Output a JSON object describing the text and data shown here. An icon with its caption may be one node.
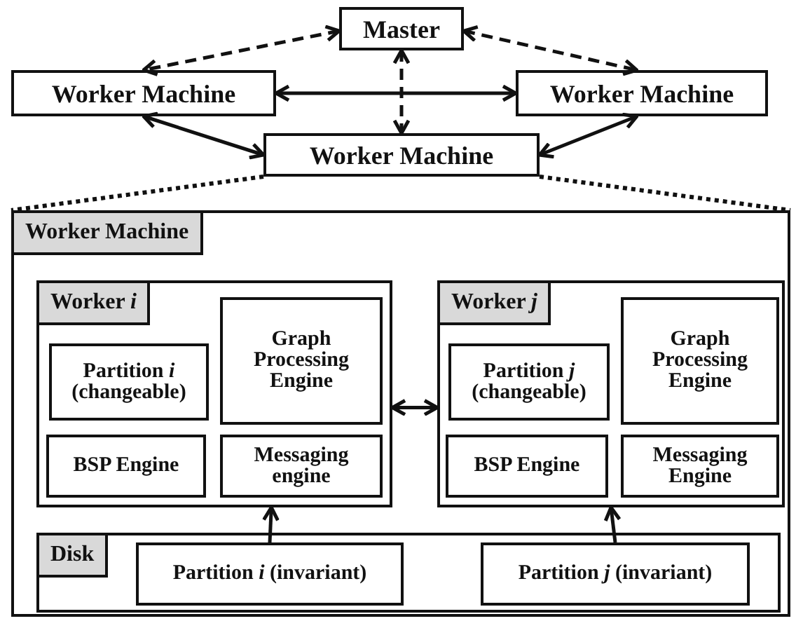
{
  "diagram": {
    "nodes": [
      {
        "text": [
          "Master"
        ]
      },
      {
        "text": [
          "Worker Machine"
        ]
      },
      {
        "text": [
          "Worker Machine"
        ]
      },
      {
        "text": [
          "Worker Machine"
        ]
      },
      {
        "text": [
          "Worker Machine"
        ]
      },
      {
        "text": [
          "Worker *i*"
        ],
        "in": 4
      },
      {
        "text": [
          "Partition *i* (changeable)"
        ],
        "in": 5
      },
      {
        "text": [
          "Graph Processing Engine"
        ],
        "in": 5
      },
      {
        "text": [
          "BSP Engine"
        ],
        "in": 5
      },
      {
        "text": [
          "Messaging engine"
        ],
        "in": 5
      },
      {
        "text": [
          "Worker *j*"
        ],
        "in": 4
      },
      {
        "text": [
          "Partition *j* (changeable)"
        ],
        "in": 10
      },
      {
        "text": [
          "Graph Processing Engine"
        ],
        "in": 10
      },
      {
        "text": [
          "BSP Engine"
        ],
        "in": 10
      },
      {
        "text": [
          "Messaging Engine"
        ],
        "in": 10
      },
      {
        "text": [
          "Disk"
        ],
        "in": 4
      },
      {
        "text": [
          "Partition *i* (invariant)"
        ],
        "in": 15
      },
      {
        "text": [
          "Partition *j* (invariant)"
        ],
        "in": 15
      }
    ],
    "edges": [
      {
        "from": 0,
        "to": 1,
        "arrow": "both",
        "style": "dashed"
      },
      {
        "from": 0,
        "to": 2,
        "arrow": "both",
        "style": "dashed"
      },
      {
        "from": 0,
        "to": 3,
        "arrow": "both",
        "style": "dashed"
      },
      {
        "from": 1,
        "to": 2,
        "arrow": "both"
      },
      {
        "from": 1,
        "to": 3,
        "arrow": "both"
      },
      {
        "from": 2,
        "to": 3,
        "arrow": "both"
      },
      {
        "from": 5,
        "to": 10,
        "arrow": "both"
      },
      {
        "from": 16,
        "to": 5,
        "arrow": "to"
      },
      {
        "from": 17,
        "to": 10,
        "arrow": "to"
      },
      {
        "from": 3,
        "to": 4,
        "arrow": "none",
        "style": "dashed"
      },
      {
        "from": 3,
        "to": 4,
        "arrow": "none",
        "style": "dashed"
      }
    ]
  }
}
